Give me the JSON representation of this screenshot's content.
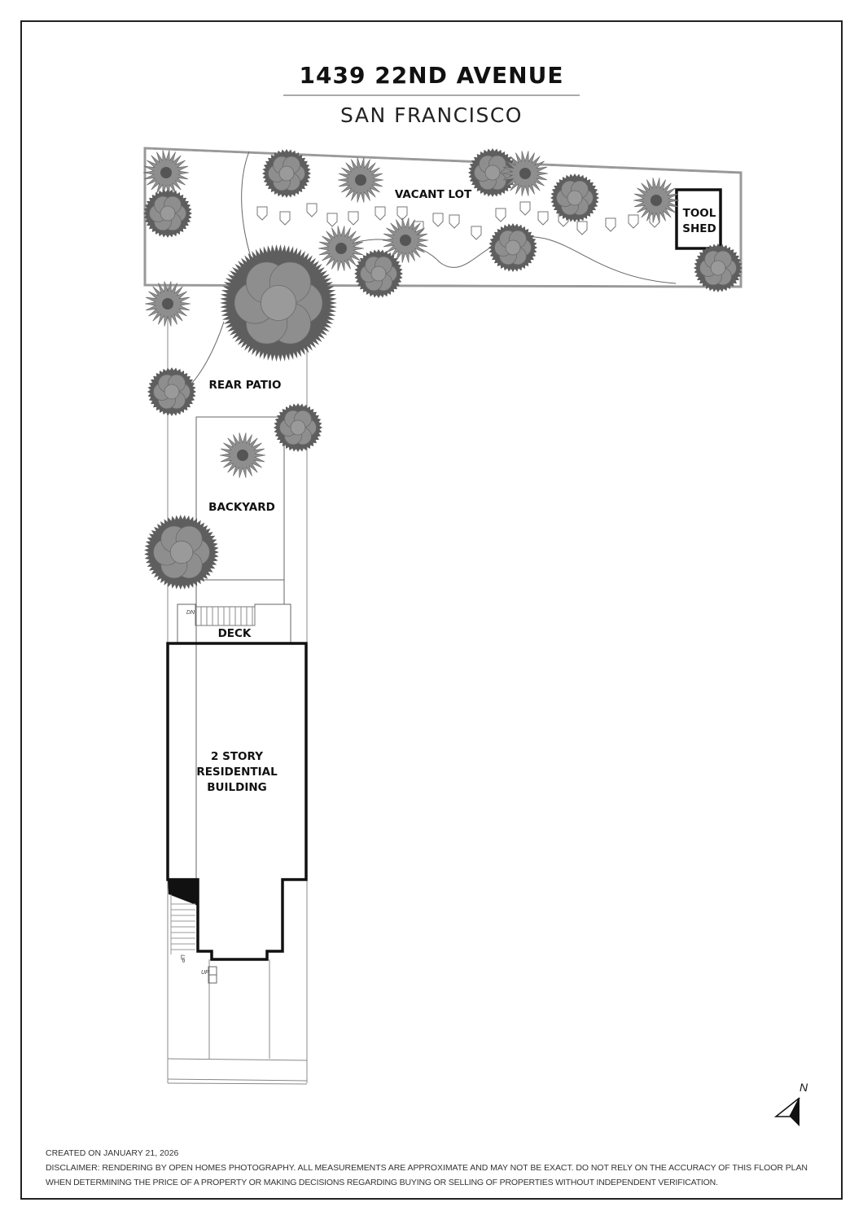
{
  "header": {
    "title": "1439 22ND AVENUE",
    "subtitle": "SAN FRANCISCO"
  },
  "labels": {
    "vacant_lot": "VACANT LOT",
    "tool_shed": [
      "TOOL",
      "SHED"
    ],
    "rear_patio": "REAR PATIO",
    "backyard": "BACKYARD",
    "deck": "DECK",
    "building": [
      "2 STORY",
      "RESIDENTIAL",
      "BUILDING"
    ],
    "stair_down": "DN",
    "stair_up_side": "UP",
    "stair_up_front": "UP"
  },
  "north_arrow": {
    "label": "N"
  },
  "footer": {
    "created": "CREATED ON JANUARY 21, 2026",
    "disclaimer_line1": "DISCLAIMER: RENDERING BY OPEN HOMES PHOTOGRAPHY. ALL MEASUREMENTS ARE APPROXIMATE AND MAY NOT BE EXACT. DO NOT RELY ON THE ACCURACY OF THIS FLOOR PLAN",
    "disclaimer_line2": "WHEN DETERMINING THE PRICE OF A PROPERTY OR MAKING DECISIONS REGARDING BUYING OR SELLING OF PROPERTIES WITHOUT INDEPENDENT VERIFICATION."
  },
  "colors": {
    "line": "#111111",
    "tree_dark": "#5e5e5e",
    "tree_light": "#8e8e8e",
    "boundary": "#9a9a9a"
  }
}
